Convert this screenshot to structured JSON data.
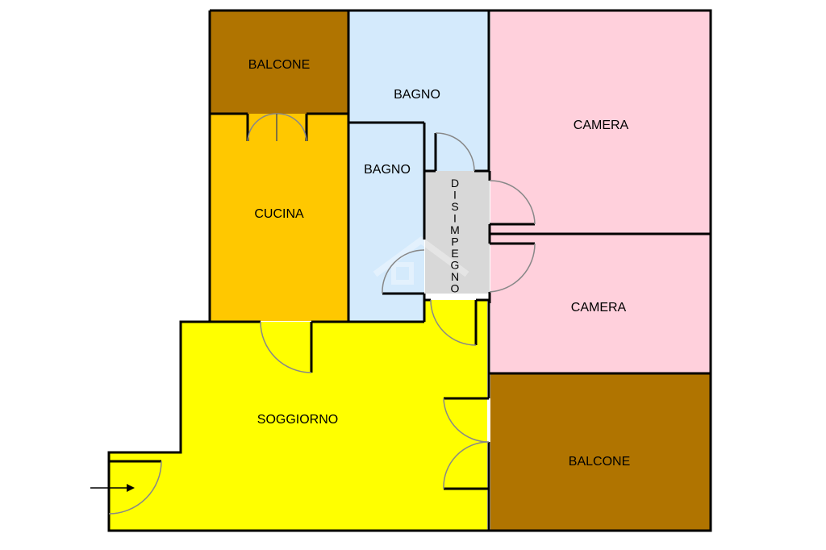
{
  "rooms": {
    "balcone_top": {
      "label": "BALCONE",
      "color": "#b07400"
    },
    "cucina": {
      "label": "CUCINA",
      "color": "#ffc800"
    },
    "bagno_top": {
      "label": "BAGNO",
      "color": "#d4eafc"
    },
    "bagno_small": {
      "label": "BAGNO",
      "color": "#d4eafc"
    },
    "disimpegno": {
      "letters": [
        "D",
        "I",
        "S",
        "I",
        "M",
        "P",
        "E",
        "G",
        "N",
        "O"
      ],
      "color": "#d8d8d8"
    },
    "camera_top": {
      "label": "CAMERA",
      "color": "#ffd0dc"
    },
    "camera_bottom": {
      "label": "CAMERA",
      "color": "#ffd0dc"
    },
    "soggiorno": {
      "label": "SOGGIORNO",
      "color": "#ffff00"
    },
    "balcone_bottom": {
      "label": "BALCONE",
      "color": "#b07400"
    }
  },
  "colors": {
    "wall": "#000000",
    "door": "#888888"
  },
  "entrance_arrow": "arrow-right-icon"
}
